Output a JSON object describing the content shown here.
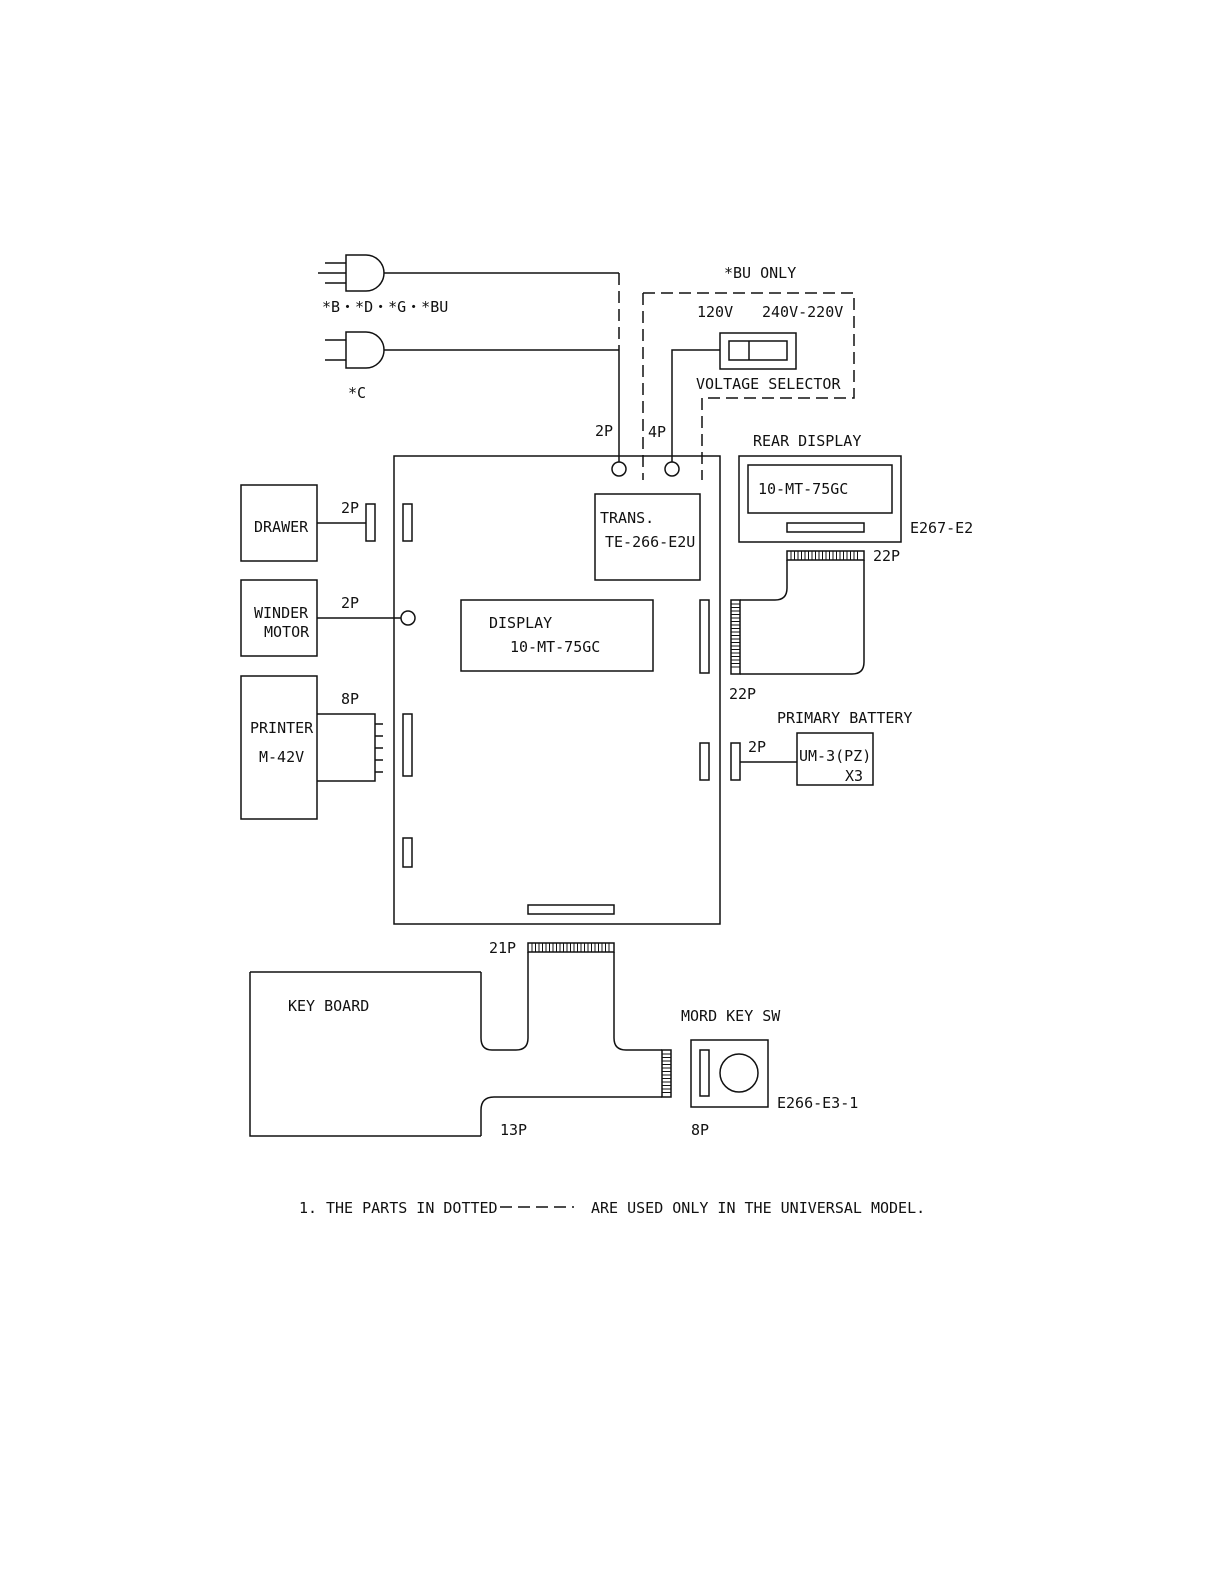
{
  "plugs": {
    "upper_label": "*B・*D・*G・*BU",
    "lower_label": "*C"
  },
  "voltage_selector": {
    "header": "*BU ONLY",
    "low_label": "120V",
    "high_label": "240V-220V",
    "name": "VOLTAGE SELECTOR"
  },
  "main_board": {
    "power_conn": "2P",
    "selector_conn": "4P"
  },
  "transformer": {
    "line1": "TRANS.",
    "line2": "TE-266-E2U"
  },
  "display": {
    "line1": "DISPLAY",
    "line2": "10-MT-75GC"
  },
  "rear_display": {
    "title": "REAR DISPLAY",
    "model": "10-MT-75GC",
    "part_no": "E267-E2",
    "conn_top": "22P",
    "conn_bottom": "22P"
  },
  "drawer": {
    "label": "DRAWER",
    "conn": "2P"
  },
  "winder_motor": {
    "line1": "WINDER",
    "line2": "MOTOR",
    "conn": "2P"
  },
  "printer": {
    "line1": "PRINTER",
    "line2": "M-42V",
    "conn": "8P"
  },
  "battery": {
    "title": "PRIMARY BATTERY",
    "conn": "2P",
    "line1": "UM-3(PZ)",
    "line2": "X3"
  },
  "keyboard": {
    "label": "KEY BOARD",
    "conn_top": "21P",
    "conn_bottom": "13P"
  },
  "mode_key": {
    "title": "MORD KEY SW",
    "part_no": "E266-E3-1",
    "conn": "8P"
  },
  "footnote": {
    "number": "1.",
    "text_before": "THE PARTS IN DOTTED",
    "text_after": "ARE USED ONLY IN THE UNIVERSAL MODEL."
  }
}
